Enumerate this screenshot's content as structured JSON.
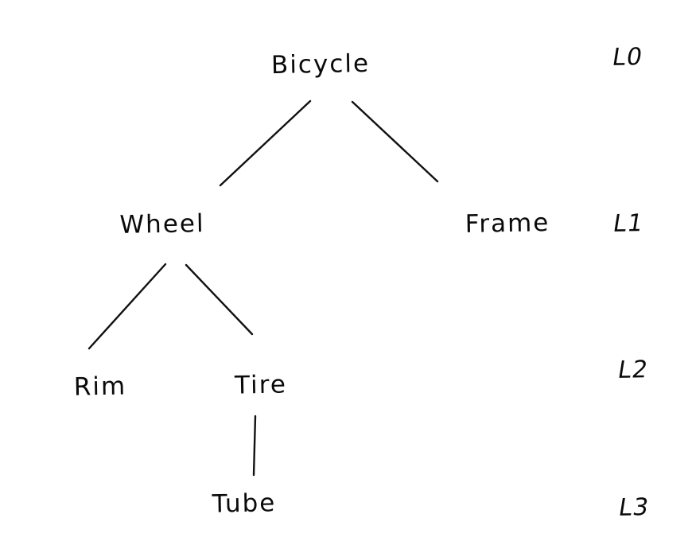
{
  "diagram": {
    "type": "tree",
    "colors": {
      "ink": "#111111",
      "background": "#ffffff"
    },
    "nodes": [
      {
        "id": "bicycle",
        "label": "Bicycle",
        "level": 0
      },
      {
        "id": "wheel",
        "label": "Wheel",
        "level": 1
      },
      {
        "id": "frame",
        "label": "Frame",
        "level": 1
      },
      {
        "id": "rim",
        "label": "Rim",
        "level": 2
      },
      {
        "id": "tire",
        "label": "Tire",
        "level": 2
      },
      {
        "id": "tube",
        "label": "Tube",
        "level": 3
      }
    ],
    "edges": [
      {
        "from": "Bicycle",
        "to": "Wheel"
      },
      {
        "from": "Bicycle",
        "to": "Frame"
      },
      {
        "from": "Wheel",
        "to": "Rim"
      },
      {
        "from": "Wheel",
        "to": "Tire"
      },
      {
        "from": "Tire",
        "to": "Tube"
      }
    ],
    "level_labels": [
      {
        "label": "L0"
      },
      {
        "label": "L1"
      },
      {
        "label": "L2"
      },
      {
        "label": "L3"
      }
    ]
  }
}
